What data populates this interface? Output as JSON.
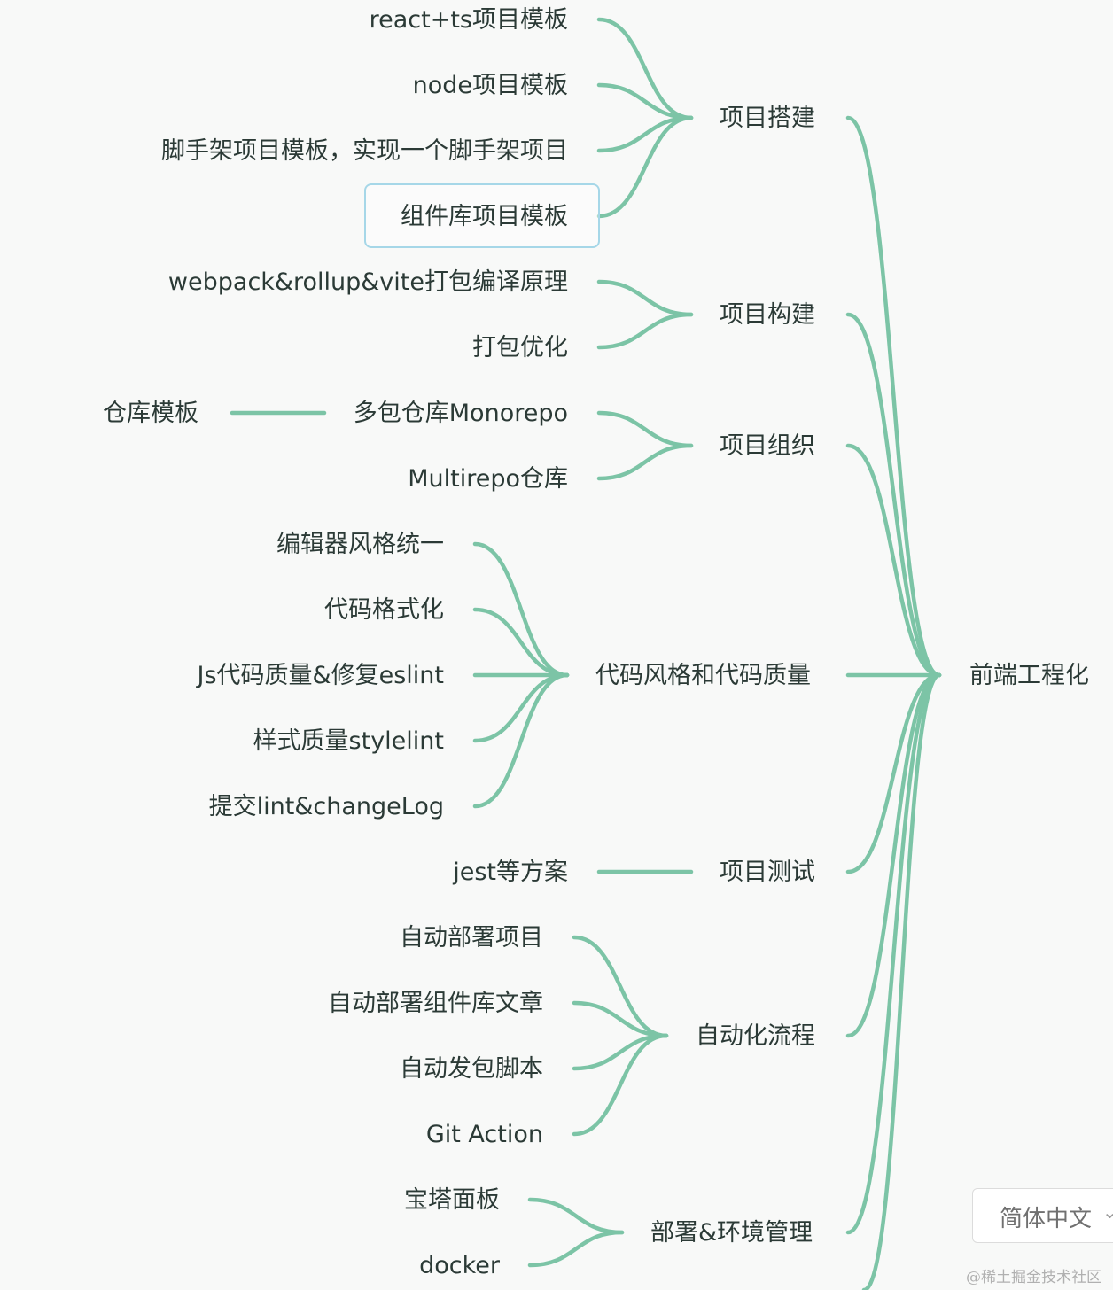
{
  "mindmap": {
    "root": {
      "label": "前端工程化"
    },
    "branches": [
      {
        "label": "项目搭建",
        "children": [
          {
            "label": "react+ts项目模板"
          },
          {
            "label": "node项目模板"
          },
          {
            "label": "脚手架项目模板，实现一个脚手架项目"
          },
          {
            "label": "组件库项目模板",
            "selected": true
          }
        ]
      },
      {
        "label": "项目构建",
        "children": [
          {
            "label": "webpack&rollup&vite打包编译原理"
          },
          {
            "label": "打包优化"
          }
        ]
      },
      {
        "label": "项目组织",
        "children": [
          {
            "label": "多包仓库Monorepo",
            "children": [
              {
                "label": "仓库模板"
              }
            ]
          },
          {
            "label": "Multirepo仓库"
          }
        ]
      },
      {
        "label": "代码风格和代码质量",
        "children": [
          {
            "label": "编辑器风格统一"
          },
          {
            "label": "代码格式化"
          },
          {
            "label": "Js代码质量&修复eslint"
          },
          {
            "label": "样式质量stylelint"
          },
          {
            "label": "提交lint&changeLog"
          }
        ]
      },
      {
        "label": "项目测试",
        "children": [
          {
            "label": "jest等方案"
          }
        ]
      },
      {
        "label": "自动化流程",
        "children": [
          {
            "label": "自动部署项目"
          },
          {
            "label": "自动部署组件库文章"
          },
          {
            "label": "自动发包脚本"
          },
          {
            "label": "Git Action"
          }
        ]
      },
      {
        "label": "部署&环境管理",
        "children": [
          {
            "label": "宝塔面板"
          },
          {
            "label": "docker"
          }
        ]
      }
    ]
  },
  "language_selector": {
    "value": "简体中文"
  },
  "watermark": "@稀土掘金技术社区",
  "colors": {
    "edge": "#7cc4a6",
    "text": "#2b3a36",
    "background": "#f8f9f8",
    "selection_border": "#a6d7e8"
  }
}
